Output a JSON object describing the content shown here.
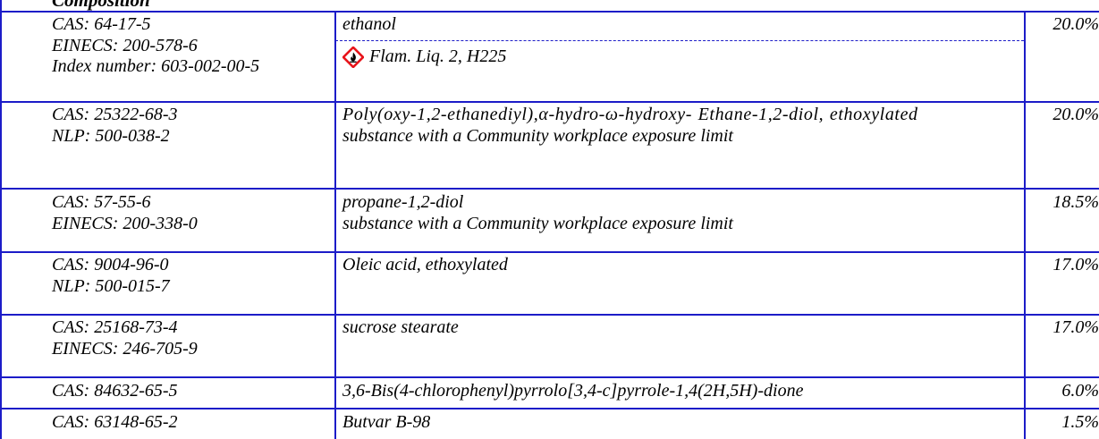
{
  "section": {
    "title": "Composition"
  },
  "rows": [
    {
      "ids": [
        "CAS: 64-17-5",
        "EINECS: 200-578-6",
        "Index number: 603-002-00-5"
      ],
      "name": "ethanol",
      "hazard": {
        "icon": "flame-pictogram-icon",
        "text": "Flam. Liq. 2, H225"
      },
      "percent": "20.0%"
    },
    {
      "ids": [
        "CAS: 25322-68-3",
        "NLP: 500-038-2"
      ],
      "name": "Poly(oxy-1,2-ethanediyl),α-hydro-ω-hydroxy- Ethane-1,2-diol, ethoxylated",
      "note": "substance with a Community workplace exposure limit",
      "percent": "20.0%"
    },
    {
      "ids": [
        "CAS: 57-55-6",
        "EINECS: 200-338-0"
      ],
      "name": "propane-1,2-diol",
      "note": "substance with a Community workplace exposure limit",
      "percent": "18.5%"
    },
    {
      "ids": [
        "CAS: 9004-96-0",
        "NLP: 500-015-7"
      ],
      "name": "Oleic acid, ethoxylated",
      "percent": "17.0%"
    },
    {
      "ids": [
        "CAS: 25168-73-4",
        "EINECS: 246-705-9"
      ],
      "name": "sucrose stearate",
      "percent": "17.0%"
    },
    {
      "ids": [
        "CAS: 84632-65-5"
      ],
      "name": "3,6-Bis(4-chlorophenyl)pyrrolo[3,4-c]pyrrole-1,4(2H,5H)-dione",
      "percent": "6.0%"
    },
    {
      "ids": [
        "CAS: 63148-65-2"
      ],
      "name": "Butvar B-98",
      "percent": "1.5%"
    }
  ],
  "colors": {
    "border": "#1c1cc8",
    "ghs_red": "#e8141b"
  }
}
